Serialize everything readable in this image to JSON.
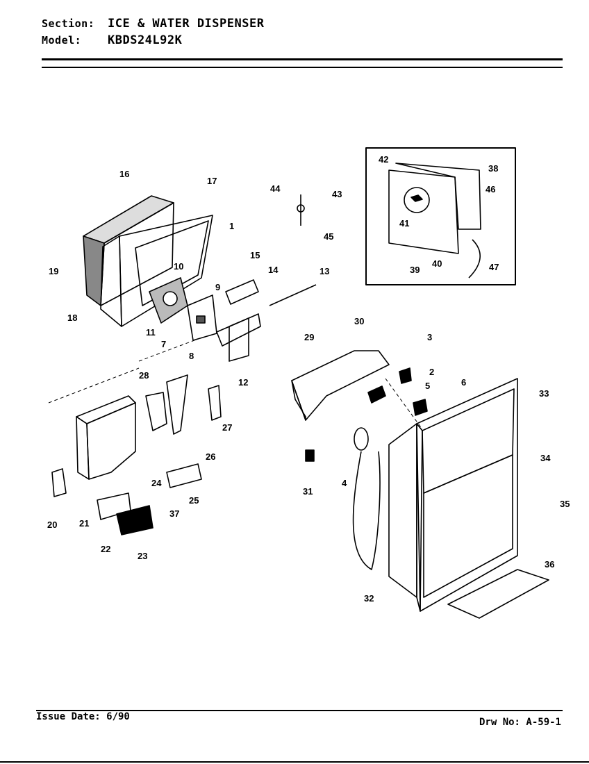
{
  "header": {
    "section_key": "Section:",
    "section_value": "ICE & WATER DISPENSER",
    "model_key": "Model:",
    "model_value": "KBDS24L92K"
  },
  "callouts": [
    "1",
    "2",
    "3",
    "4",
    "5",
    "6",
    "7",
    "8",
    "9",
    "10",
    "11",
    "12",
    "13",
    "14",
    "15",
    "16",
    "17",
    "18",
    "19",
    "20",
    "21",
    "22",
    "23",
    "24",
    "25",
    "26",
    "27",
    "28",
    "29",
    "30",
    "31",
    "32",
    "33",
    "34",
    "35",
    "36",
    "37",
    "38",
    "39",
    "40",
    "41",
    "42",
    "43",
    "44",
    "45",
    "46",
    "47"
  ],
  "footer": {
    "issue_date": "Issue Date: 6/90",
    "drawing_no": "Drw No: A-59-1"
  }
}
